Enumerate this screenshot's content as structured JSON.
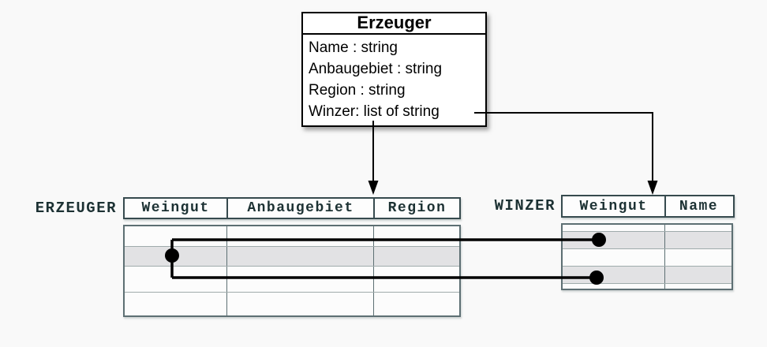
{
  "diagram": {
    "class_box": {
      "title": "Erzeuger",
      "attributes": [
        "Name : string",
        "Anbaugebiet : string",
        "Region : string",
        "Winzer: list of string"
      ]
    },
    "tables": {
      "erzeuger": {
        "label": "ERZEUGER",
        "columns": [
          "Weingut",
          "Anbaugebiet",
          "Region"
        ],
        "body_rows": 4,
        "highlighted_rows": [
          2
        ],
        "cells_empty": true
      },
      "winzer": {
        "label": "WINZER",
        "columns": [
          "Weingut",
          "Name"
        ],
        "body_rows": 5,
        "highlighted_rows": [
          2,
          4
        ],
        "cells_empty": true
      }
    },
    "connectors": {
      "class_to_erzeuger_table": "downward arrow from class box bottom to ERZEUGER header",
      "winzer_attribute_to_winzer_table": "elbow arrow from 'Winzer: list of string' attribute to WINZER header",
      "row_links": [
        "ERZEUGER highlighted row dot to WINZER row 2 dot",
        "ERZEUGER highlighted row dot to WINZER row 4 dot"
      ]
    },
    "colors": {
      "background": "#f9f9f9",
      "highlight_row": "#e2e2e4",
      "connector": "#000000",
      "header_border": "#364a4e",
      "body_border": "#5d6f73",
      "label_text": "#1c3133"
    }
  }
}
